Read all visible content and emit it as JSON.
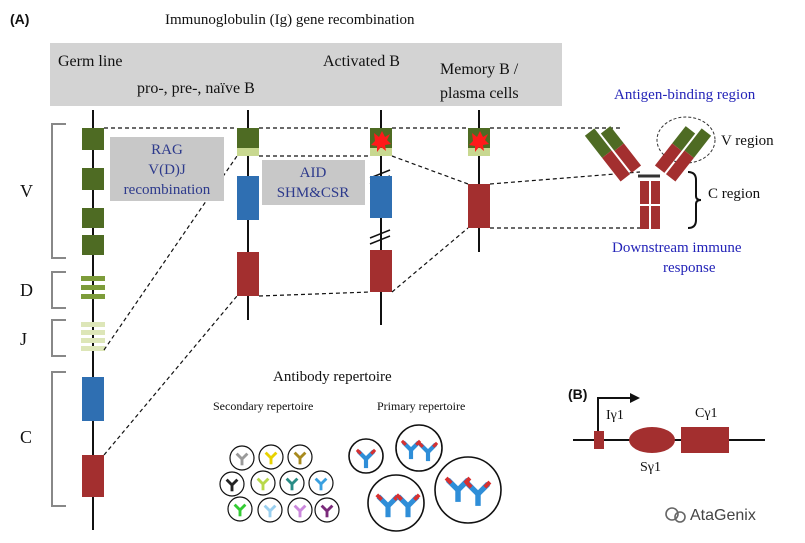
{
  "panel_a": {
    "label": "(A)",
    "title": "Immunoglobulin (Ig) gene recombination",
    "stages": {
      "germ_line": "Germ line",
      "pro_pre_naive": "pro-, pre-, naïve B",
      "activated": "Activated B",
      "memory_line1": "Memory B /",
      "memory_line2": "plasma cells"
    },
    "segments": {
      "v": "V",
      "d": "D",
      "j": "J",
      "c": "C"
    },
    "rag_box": {
      "line1": "RAG",
      "line2": "V(D)J",
      "line3": "recombination"
    },
    "aid_box": {
      "line1": "AID",
      "line2": "SHM&CSR"
    },
    "antibody": {
      "antigen_binding": "Antigen-binding region",
      "v_region": "V region",
      "c_region": "C region",
      "downstream_line1": "Downstream immune",
      "downstream_line2": "response"
    },
    "repertoire": {
      "title": "Antibody repertoire",
      "secondary": "Secondary repertoire",
      "primary": "Primary repertoire",
      "secondary_colors": [
        "#9a9a9a",
        "#e8d200",
        "#a88a1e",
        "#222222",
        "#b8d84a",
        "#2a8c86",
        "#3aa0e0",
        "#33cc33",
        "#9ad0f0",
        "#cc88dd",
        "#7a2a7a"
      ]
    }
  },
  "panel_b": {
    "label": "(B)",
    "i_gamma": "Iγ1",
    "c_gamma": "Cγ1",
    "s_gamma": "Sγ1"
  },
  "watermark": "AtaGenix",
  "colors": {
    "v_green": "#4e6b23",
    "v_light": "#c8d890",
    "d_green": "#7d9c3a",
    "j_light": "#dde6b8",
    "c_blue": "#2f6fb2",
    "c_red": "#a32f2f",
    "mutation_red": "#ff1a1a",
    "stage_band": "#d3d3d3",
    "box_gray": "#c8c8c8"
  }
}
